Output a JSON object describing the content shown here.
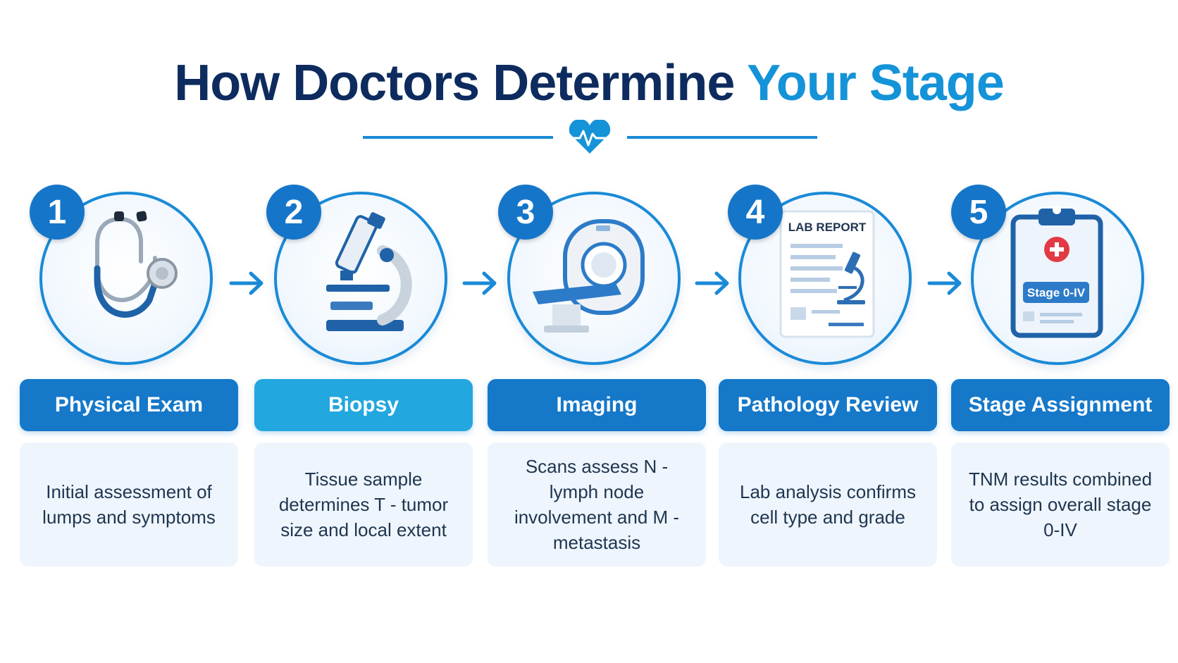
{
  "title": {
    "main": "How Doctors Determine ",
    "accent": "Your Stage"
  },
  "colors": {
    "primary": "#1578c9",
    "accent": "#1593d8",
    "dark": "#0d2b5e",
    "light": "#eef5fc",
    "biopsy": "#22a7df"
  },
  "divider": {
    "icon": "heart-pulse-icon"
  },
  "steps": [
    {
      "number": "1",
      "label": "Physical Exam",
      "description": "Initial assessment of lumps and symptoms",
      "icon": "stethoscope-icon"
    },
    {
      "number": "2",
      "label": "Biopsy",
      "description": "Tissue sample determines T - tumor size and local extent",
      "icon": "microscope-icon"
    },
    {
      "number": "3",
      "label": "Imaging",
      "description": "Scans assess N - lymph node involvement and M - metastasis",
      "icon": "ct-scanner-icon"
    },
    {
      "number": "4",
      "label": "Pathology Review",
      "description": "Lab analysis confirms cell type and grade",
      "icon": "lab-report-icon",
      "icon_text": "LAB REPORT"
    },
    {
      "number": "5",
      "label": "Stage Assignment",
      "description": "TNM results combined to assign overall stage 0-IV",
      "icon": "clipboard-icon",
      "icon_text": "Stage 0-IV"
    }
  ]
}
